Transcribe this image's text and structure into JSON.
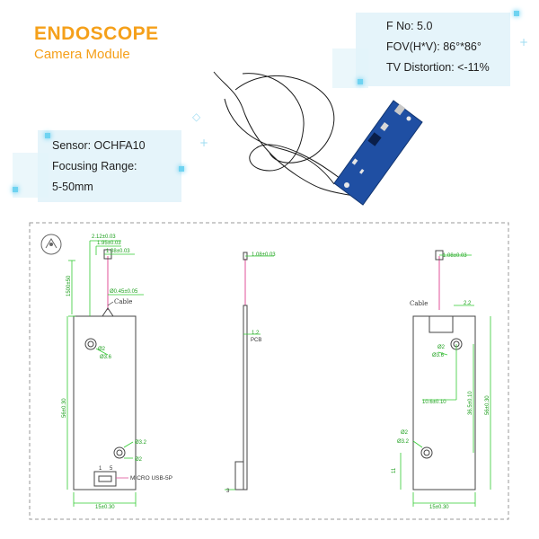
{
  "header": {
    "title": "ENDOSCOPE",
    "subtitle": "Camera Module"
  },
  "specs_right": [
    "F No: 5.0",
    "FOV(H*V): 86°*86°",
    "TV Distortion: <-11%"
  ],
  "specs_left": [
    "Sensor: OCHFA10",
    "Focusing Range:",
    "5-50mm"
  ],
  "drawing": {
    "left_view": {
      "dim_top_1": "2.12±0.03",
      "dim_top_2": "1.95±0.03",
      "dim_top_3": "1.08±0.03",
      "cable_length": "1500±50",
      "dim_cable": "Ø0.45±0.05",
      "cable_label": "Cable",
      "hole_1a": "Ø2",
      "hole_1b": "Ø3.6",
      "height": "56±0.30",
      "hole_2a": "Ø3.2",
      "hole_2b": "Ø2",
      "usb_label": "MICRO USB-5P",
      "pin_1": "1",
      "pin_5": "5",
      "width": "15±0.30"
    },
    "side_view": {
      "dim_top": "1.08±0.03",
      "thickness": "1.2",
      "pcb_label": "PCB",
      "bottom": "3"
    },
    "right_view": {
      "dim_top": "1.08±0.03",
      "cable_label": "Cable",
      "dim_2_2": "2.2",
      "hole_1a": "Ø2",
      "hole_1b": "Ø3.6",
      "dim_mid": "10.6±0.10",
      "dim_v1": "36.5±0.10",
      "dim_v2": "56±0.30",
      "hole_2a": "Ø2",
      "hole_2b": "Ø3.2",
      "dim_11": "11",
      "width": "15±0.30"
    }
  },
  "colors": {
    "accent": "#f5a01a",
    "dimension": "#33cc33",
    "outline": "#444444",
    "cable": "#e0509a",
    "panel": "#e2f3f9"
  }
}
